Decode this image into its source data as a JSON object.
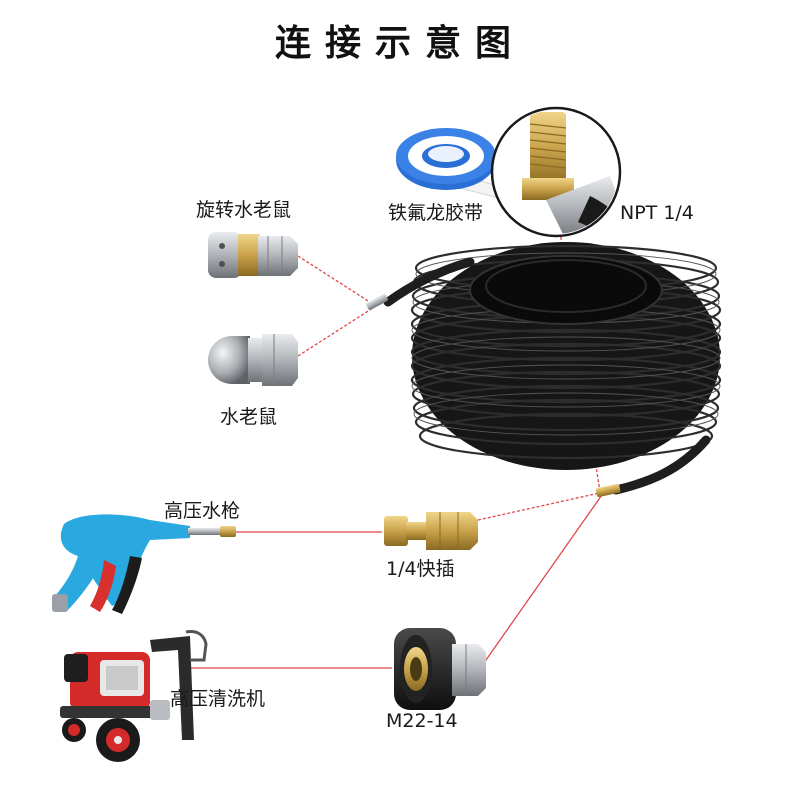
{
  "title": "连接示意图",
  "labels": {
    "rotary_nozzle": "旋转水老鼠",
    "nozzle": "水老鼠",
    "ptfe_tape": "铁氟龙胶带",
    "npt": "NPT 1/4",
    "spray_gun": "高压水枪",
    "quick_connect": "1/4快插",
    "washer": "高压清洗机",
    "m22": "M22-14"
  },
  "colors": {
    "connector_line": "#e0484a",
    "hose": "#1e1e1e",
    "gun_blue": "#2aa8e0",
    "brass": "#c9a24a",
    "steel": "#b9bcc0",
    "washer_red": "#d42a2a",
    "tape_blue": "#2a6fd6"
  }
}
